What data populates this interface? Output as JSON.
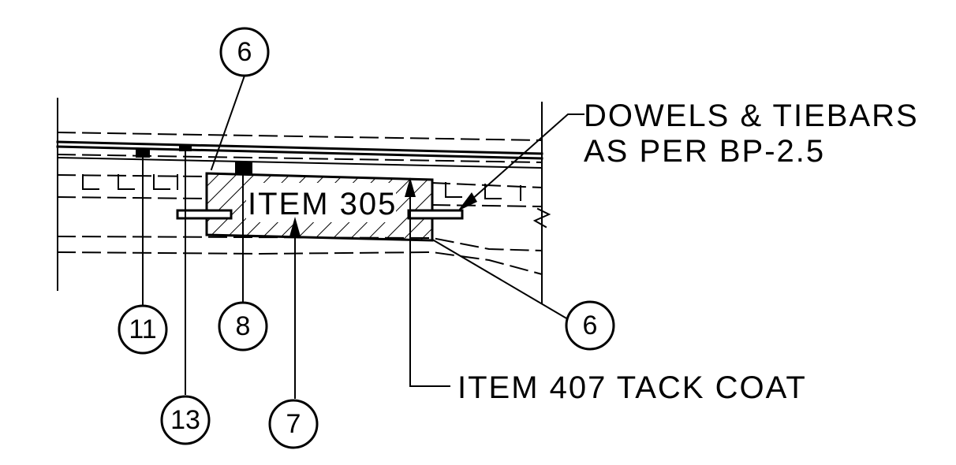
{
  "labels": {
    "item_305": "ITEM 305",
    "dowels_line1": "DOWELS & TIEBARS",
    "dowels_line2": "AS PER BP-2.5",
    "tack_coat": "ITEM 407 TACK COAT"
  },
  "callouts": {
    "c6_top": "6",
    "c6_right": "6",
    "c11": "11",
    "c8": "8",
    "c13": "13",
    "c7": "7"
  },
  "colors": {
    "ink": "#000000",
    "paper": "#ffffff"
  }
}
